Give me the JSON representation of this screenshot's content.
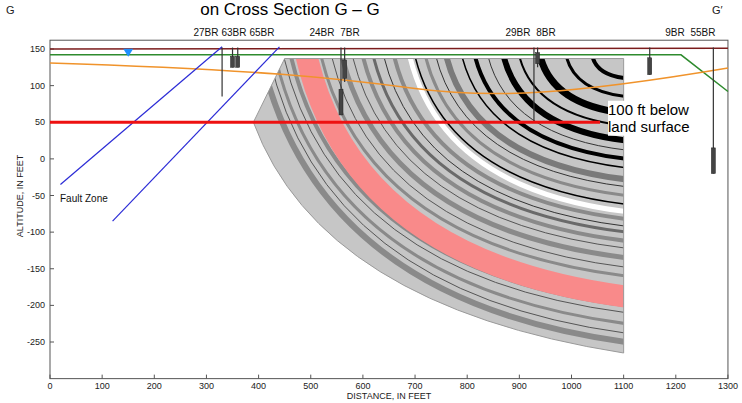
{
  "diagram": {
    "title": "on Cross Section G – G",
    "labels": [
      "G",
      "G′",
      "27BR",
      "63BR",
      "65BR",
      "24BR",
      "7BR",
      "29BR",
      "8BR",
      "9BR",
      "55BR",
      "150",
      "100",
      "50",
      "0",
      "-50",
      "-100",
      "-150",
      "-200",
      "-250",
      "0",
      "100",
      "200",
      "300",
      "400",
      "500",
      "600",
      "700",
      "800",
      "900",
      "1000",
      "1100",
      "1200",
      "1300",
      "ALTITUDE, IN FEET",
      "DISTANCE, IN FEET",
      "Fault Zone",
      "100 ft below land surface"
    ]
  }
}
